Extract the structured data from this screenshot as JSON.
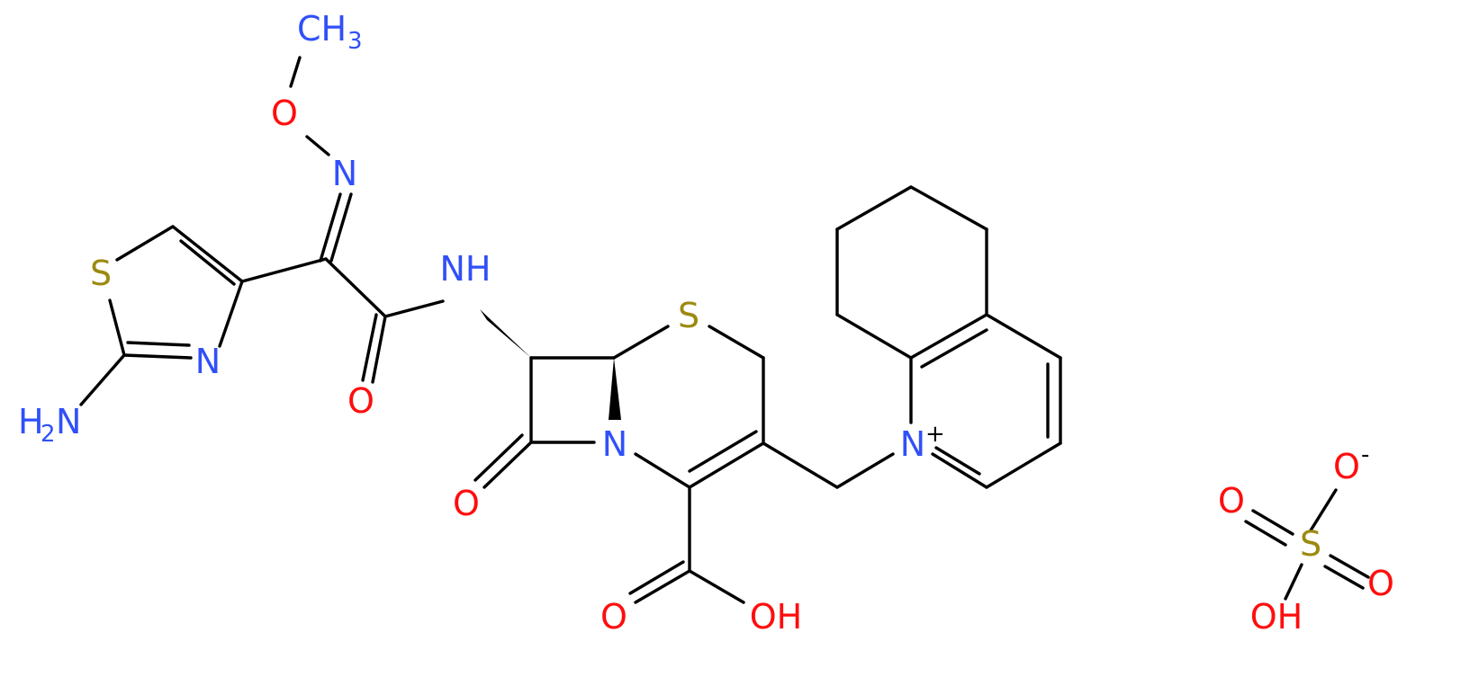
{
  "colors": {
    "bond": "#000000",
    "O": "#ff0d0d",
    "N": "#3050f8",
    "S": "#9c8a10"
  },
  "labels": {
    "ch3_main": "CH",
    "ch3_sub": "3",
    "o_methoxy": "O",
    "n_oxime": "N",
    "s_thiazole": "S",
    "n_thiazole": "N",
    "nh2_main": "H",
    "nh2_sub": "2",
    "nh2_n": "N",
    "nh_amide": "NH",
    "o_amide": "O",
    "s_ring": "S",
    "n_lactam": "N",
    "o_lactam": "O",
    "o_acid": "O",
    "oh_acid": "OH",
    "n_quinolinium": "N",
    "charge_plus": "+",
    "o_sulfate_minus": "O",
    "charge_minus": "-",
    "o_sulfate_left": "O",
    "s_sulfate": "S",
    "o_sulfate_right": "O",
    "oh_sulfate": "OH"
  }
}
